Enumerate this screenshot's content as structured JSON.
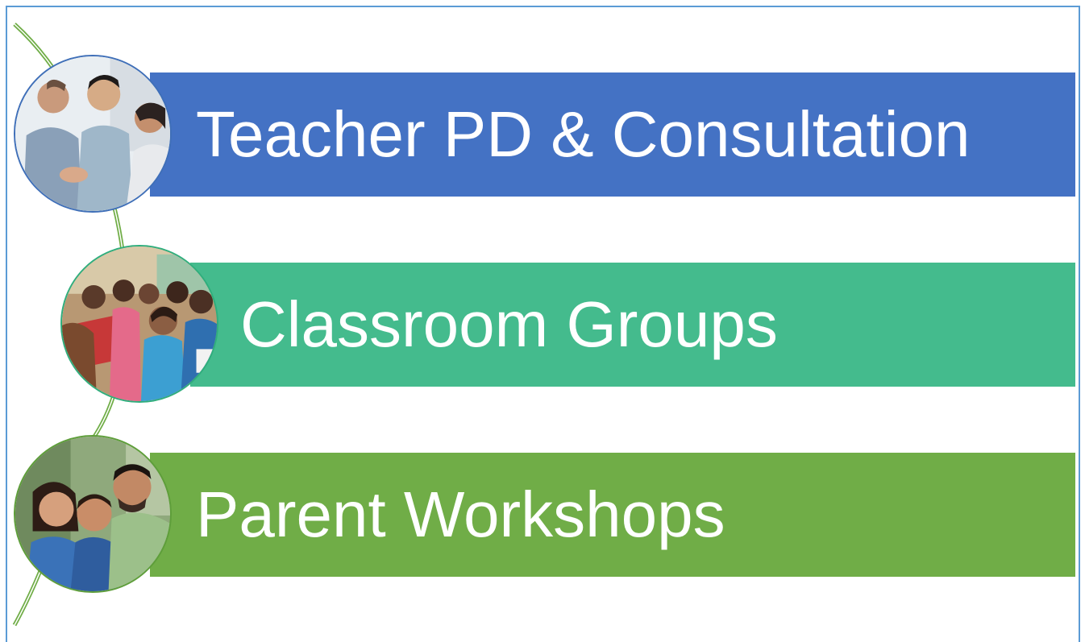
{
  "colors": {
    "frame": "#5b9bd5",
    "connector": "#70ad47",
    "teacher": "#4472c4",
    "classroom": "#44bb8d",
    "parent": "#70ad47"
  },
  "items": [
    {
      "label": "Teacher PD & Consultation",
      "icon": "teacher-consultation-photo"
    },
    {
      "label": "Classroom Groups",
      "icon": "classroom-children-photo"
    },
    {
      "label": "Parent Workshops",
      "icon": "family-photo"
    }
  ]
}
